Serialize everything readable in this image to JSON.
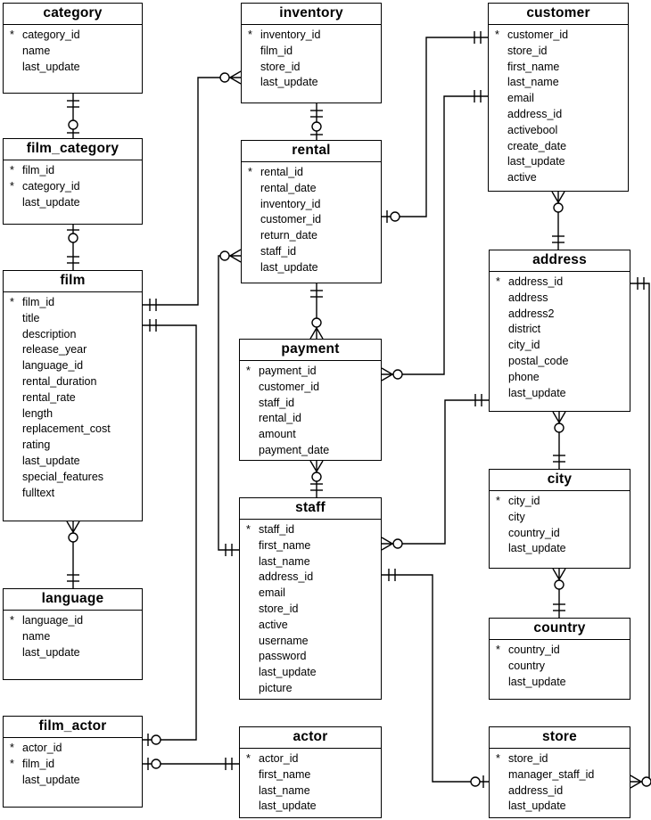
{
  "diagram": {
    "pk_marker": "*",
    "colors": {
      "line": "#000000",
      "table_border": "#000000",
      "table_bg": "#ffffff",
      "text": "#000000"
    },
    "tables": [
      {
        "id": "category",
        "title": "category",
        "fields": [
          {
            "n": "category_id",
            "pk": true
          },
          {
            "n": "name"
          },
          {
            "n": "last_update"
          }
        ]
      },
      {
        "id": "film_category",
        "title": "film_category",
        "fields": [
          {
            "n": "film_id",
            "pk": true
          },
          {
            "n": "category_id",
            "pk": true
          },
          {
            "n": "last_update"
          }
        ]
      },
      {
        "id": "film",
        "title": "film",
        "fields": [
          {
            "n": "film_id",
            "pk": true
          },
          {
            "n": "title"
          },
          {
            "n": "description"
          },
          {
            "n": "release_year"
          },
          {
            "n": "language_id"
          },
          {
            "n": "rental_duration"
          },
          {
            "n": "rental_rate"
          },
          {
            "n": "length"
          },
          {
            "n": "replacement_cost"
          },
          {
            "n": "rating"
          },
          {
            "n": "last_update"
          },
          {
            "n": "special_features"
          },
          {
            "n": "fulltext"
          }
        ]
      },
      {
        "id": "language",
        "title": "language",
        "fields": [
          {
            "n": "language_id",
            "pk": true
          },
          {
            "n": "name"
          },
          {
            "n": "last_update"
          }
        ]
      },
      {
        "id": "film_actor",
        "title": "film_actor",
        "fields": [
          {
            "n": "actor_id",
            "pk": true
          },
          {
            "n": "film_id",
            "pk": true
          },
          {
            "n": "last_update"
          }
        ]
      },
      {
        "id": "inventory",
        "title": "inventory",
        "fields": [
          {
            "n": "inventory_id",
            "pk": true
          },
          {
            "n": "film_id"
          },
          {
            "n": "store_id"
          },
          {
            "n": "last_update"
          }
        ]
      },
      {
        "id": "rental",
        "title": "rental",
        "fields": [
          {
            "n": "rental_id",
            "pk": true
          },
          {
            "n": "rental_date"
          },
          {
            "n": "inventory_id"
          },
          {
            "n": "customer_id"
          },
          {
            "n": "return_date"
          },
          {
            "n": "staff_id"
          },
          {
            "n": "last_update"
          }
        ]
      },
      {
        "id": "payment",
        "title": "payment",
        "fields": [
          {
            "n": "payment_id",
            "pk": true
          },
          {
            "n": "customer_id"
          },
          {
            "n": "staff_id"
          },
          {
            "n": "rental_id"
          },
          {
            "n": "amount"
          },
          {
            "n": "payment_date"
          }
        ]
      },
      {
        "id": "staff",
        "title": "staff",
        "fields": [
          {
            "n": "staff_id",
            "pk": true
          },
          {
            "n": "first_name"
          },
          {
            "n": "last_name"
          },
          {
            "n": "address_id"
          },
          {
            "n": "email"
          },
          {
            "n": "store_id"
          },
          {
            "n": "active"
          },
          {
            "n": "username"
          },
          {
            "n": "password"
          },
          {
            "n": "last_update"
          },
          {
            "n": "picture"
          }
        ]
      },
      {
        "id": "actor",
        "title": "actor",
        "fields": [
          {
            "n": "actor_id",
            "pk": true
          },
          {
            "n": "first_name"
          },
          {
            "n": "last_name"
          },
          {
            "n": "last_update"
          }
        ]
      },
      {
        "id": "customer",
        "title": "customer",
        "fields": [
          {
            "n": "customer_id",
            "pk": true
          },
          {
            "n": "store_id"
          },
          {
            "n": "first_name"
          },
          {
            "n": "last_name"
          },
          {
            "n": "email"
          },
          {
            "n": "address_id"
          },
          {
            "n": "activebool"
          },
          {
            "n": "create_date"
          },
          {
            "n": "last_update"
          },
          {
            "n": "active"
          }
        ]
      },
      {
        "id": "address",
        "title": "address",
        "fields": [
          {
            "n": "address_id",
            "pk": true
          },
          {
            "n": "address"
          },
          {
            "n": "address2"
          },
          {
            "n": "district"
          },
          {
            "n": "city_id"
          },
          {
            "n": "postal_code"
          },
          {
            "n": "phone"
          },
          {
            "n": "last_update"
          }
        ]
      },
      {
        "id": "city",
        "title": "city",
        "fields": [
          {
            "n": "city_id",
            "pk": true
          },
          {
            "n": "city"
          },
          {
            "n": "country_id"
          },
          {
            "n": "last_update"
          }
        ]
      },
      {
        "id": "country",
        "title": "country",
        "fields": [
          {
            "n": "country_id",
            "pk": true
          },
          {
            "n": "country"
          },
          {
            "n": "last_update"
          }
        ]
      },
      {
        "id": "store",
        "title": "store",
        "fields": [
          {
            "n": "store_id",
            "pk": true
          },
          {
            "n": "manager_staff_id"
          },
          {
            "n": "address_id"
          },
          {
            "n": "last_update"
          }
        ]
      }
    ],
    "relationships": [
      {
        "id": "category-film_category",
        "from": "category",
        "to": "film_category",
        "from_end": "one",
        "to_end": "zero_one"
      },
      {
        "id": "film_category-film",
        "from": "film_category",
        "to": "film",
        "from_end": "zero_one",
        "to_end": "one"
      },
      {
        "id": "film-language",
        "from": "film",
        "to": "language",
        "from_end": "many",
        "to_end": "one"
      },
      {
        "id": "film-inventory",
        "from": "film",
        "to": "inventory",
        "from_end": "one",
        "to_end": "many"
      },
      {
        "id": "film-film_actor",
        "from": "film",
        "to": "film_actor",
        "from_end": "one",
        "to_end": "zero_one"
      },
      {
        "id": "film_actor-actor",
        "from": "film_actor",
        "to": "actor",
        "from_end": "zero_one",
        "to_end": "one"
      },
      {
        "id": "inventory-rental",
        "from": "inventory",
        "to": "rental",
        "from_end": "one",
        "to_end": "zero_one"
      },
      {
        "id": "rental-payment",
        "from": "rental",
        "to": "payment",
        "from_end": "one",
        "to_end": "many"
      },
      {
        "id": "rental-customer",
        "from": "rental",
        "to": "customer",
        "from_end": "zero_one",
        "to_end": "one"
      },
      {
        "id": "customer-payment",
        "from": "customer",
        "to": "payment",
        "from_end": "one",
        "to_end": "many"
      },
      {
        "id": "customer-address",
        "from": "customer",
        "to": "address",
        "from_end": "many",
        "to_end": "one"
      },
      {
        "id": "payment-staff",
        "from": "payment",
        "to": "staff",
        "from_end": "many",
        "to_end": "one"
      },
      {
        "id": "rental-staff",
        "from": "rental",
        "to": "staff",
        "from_end": "many",
        "to_end": "one"
      },
      {
        "id": "staff-address",
        "from": "staff",
        "to": "address",
        "from_end": "many",
        "to_end": "one"
      },
      {
        "id": "staff-store",
        "from": "staff",
        "to": "store",
        "from_end": "one",
        "to_end": "zero_one"
      },
      {
        "id": "address-city",
        "from": "address",
        "to": "city",
        "from_end": "many",
        "to_end": "one"
      },
      {
        "id": "city-country",
        "from": "city",
        "to": "country",
        "from_end": "many",
        "to_end": "one"
      },
      {
        "id": "address-store",
        "from": "address",
        "to": "store",
        "from_end": "one",
        "to_end": "many"
      }
    ]
  }
}
